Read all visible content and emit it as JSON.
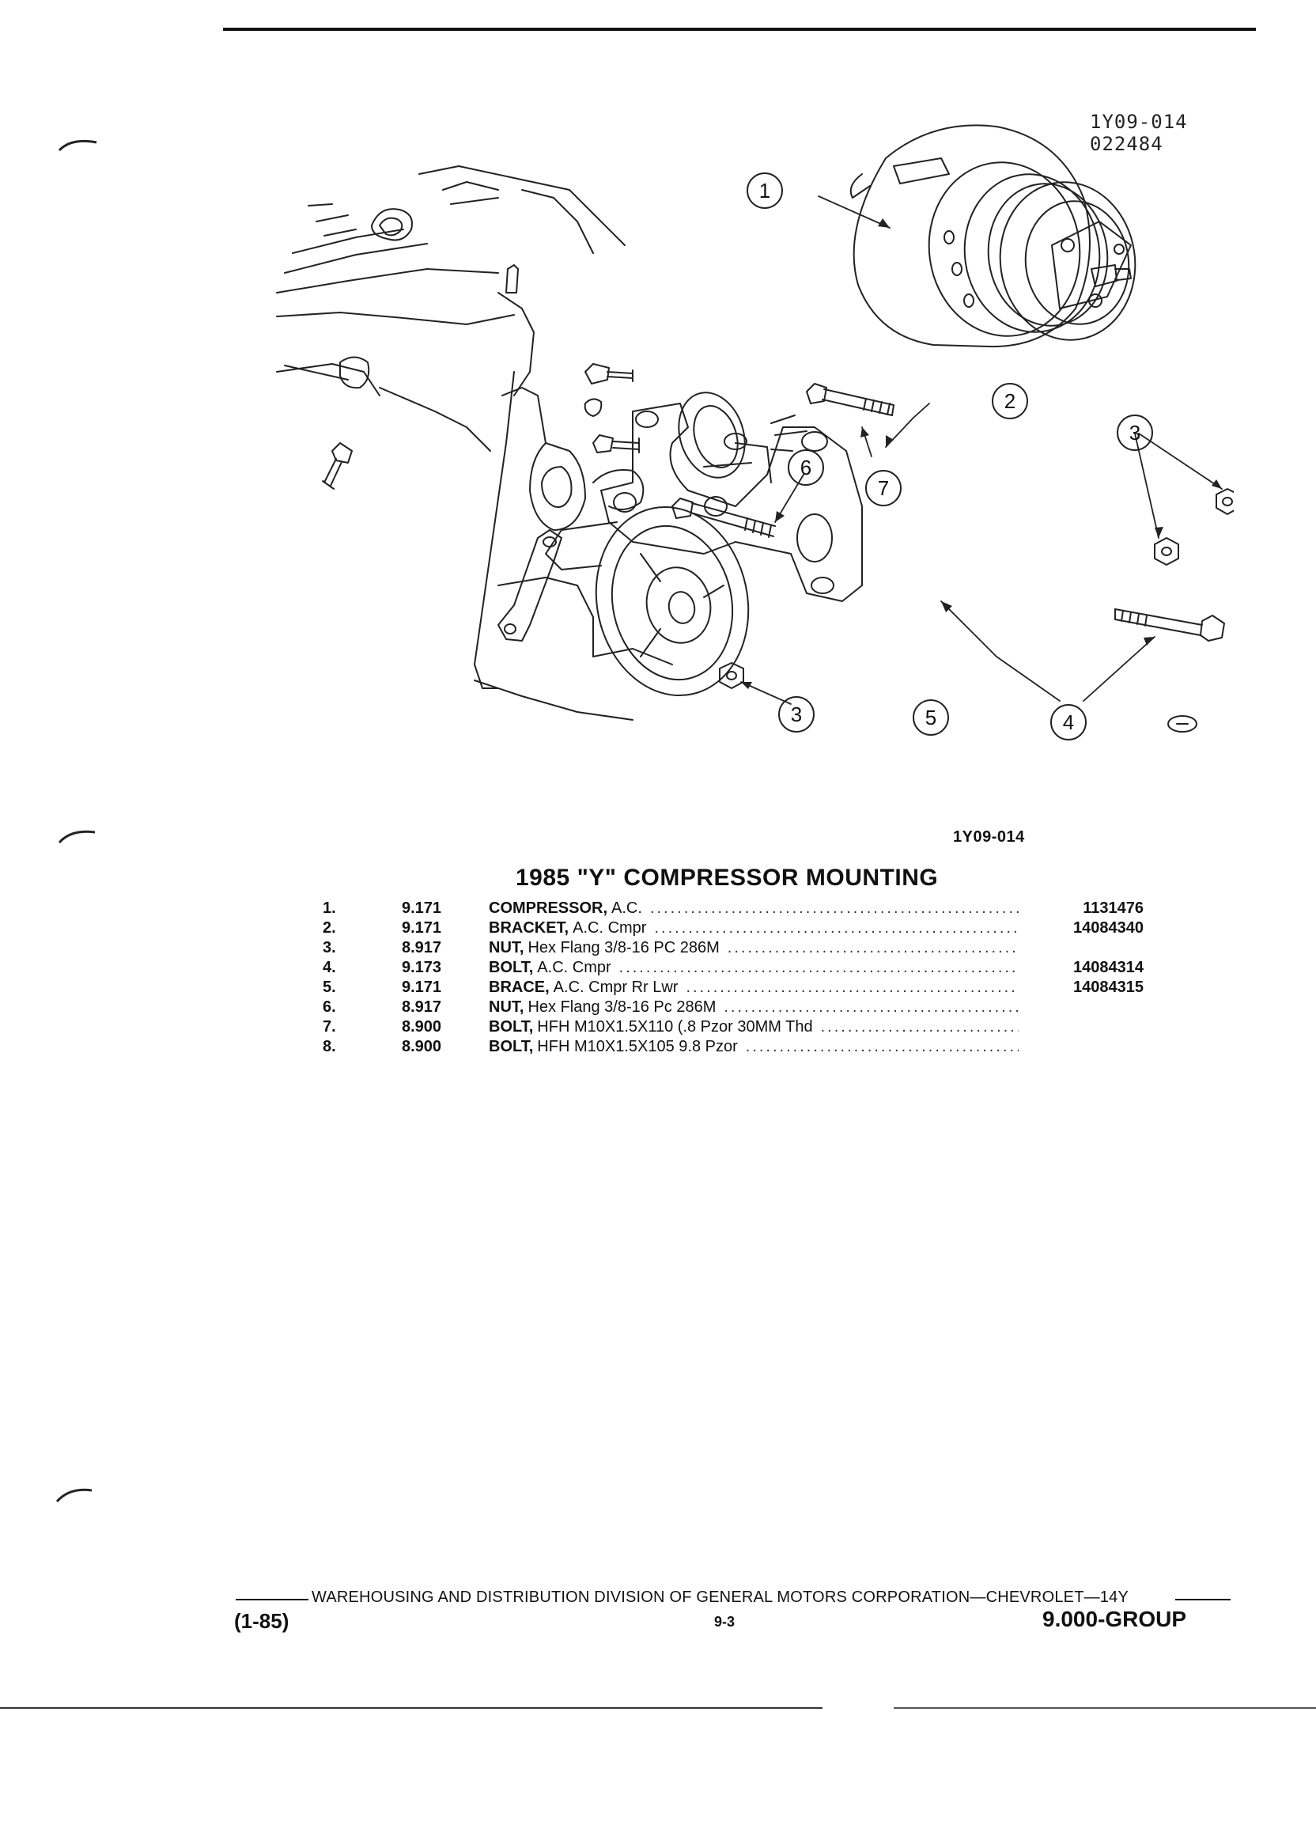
{
  "illustration": {
    "ref_line_1": "1Y09-014",
    "ref_line_2": "022484",
    "figure_code": "1Y09-014",
    "callouts": [
      "1",
      "2",
      "3",
      "3",
      "4",
      "5",
      "6",
      "7"
    ]
  },
  "section": {
    "title": "1985 \"Y\" COMPRESSOR MOUNTING"
  },
  "parts": [
    {
      "num": "1.",
      "group": "9.171",
      "name": "COMPRESSOR,",
      "detail": "A.C.",
      "part_no": "1131476"
    },
    {
      "num": "2.",
      "group": "9.171",
      "name": "BRACKET,",
      "detail": "A.C. Cmpr",
      "part_no": "14084340"
    },
    {
      "num": "3.",
      "group": "8.917",
      "name": "NUT,",
      "detail": "Hex Flang 3/8-16 PC 286M",
      "part_no": ""
    },
    {
      "num": "4.",
      "group": "9.173",
      "name": "BOLT,",
      "detail": "A.C. Cmpr",
      "part_no": "14084314"
    },
    {
      "num": "5.",
      "group": "9.171",
      "name": "BRACE,",
      "detail": "A.C. Cmpr Rr Lwr",
      "part_no": "14084315"
    },
    {
      "num": "6.",
      "group": "8.917",
      "name": "NUT,",
      "detail": "Hex Flang 3/8-16 Pc 286M",
      "part_no": ""
    },
    {
      "num": "7.",
      "group": "8.900",
      "name": "BOLT,",
      "detail": "HFH M10X1.5X110 (.8 Pzor 30MM Thd",
      "part_no": ""
    },
    {
      "num": "8.",
      "group": "8.900",
      "name": "BOLT,",
      "detail": "HFH M10X1.5X105 9.8 Pzor",
      "part_no": ""
    }
  ],
  "footer": {
    "division_line": "WAREHOUSING AND DISTRIBUTION DIVISION OF GENERAL MOTORS CORPORATION—CHEVROLET—14Y",
    "date_code": "(1-85)",
    "page_number": "9-3",
    "group_label": "9.000-GROUP"
  }
}
